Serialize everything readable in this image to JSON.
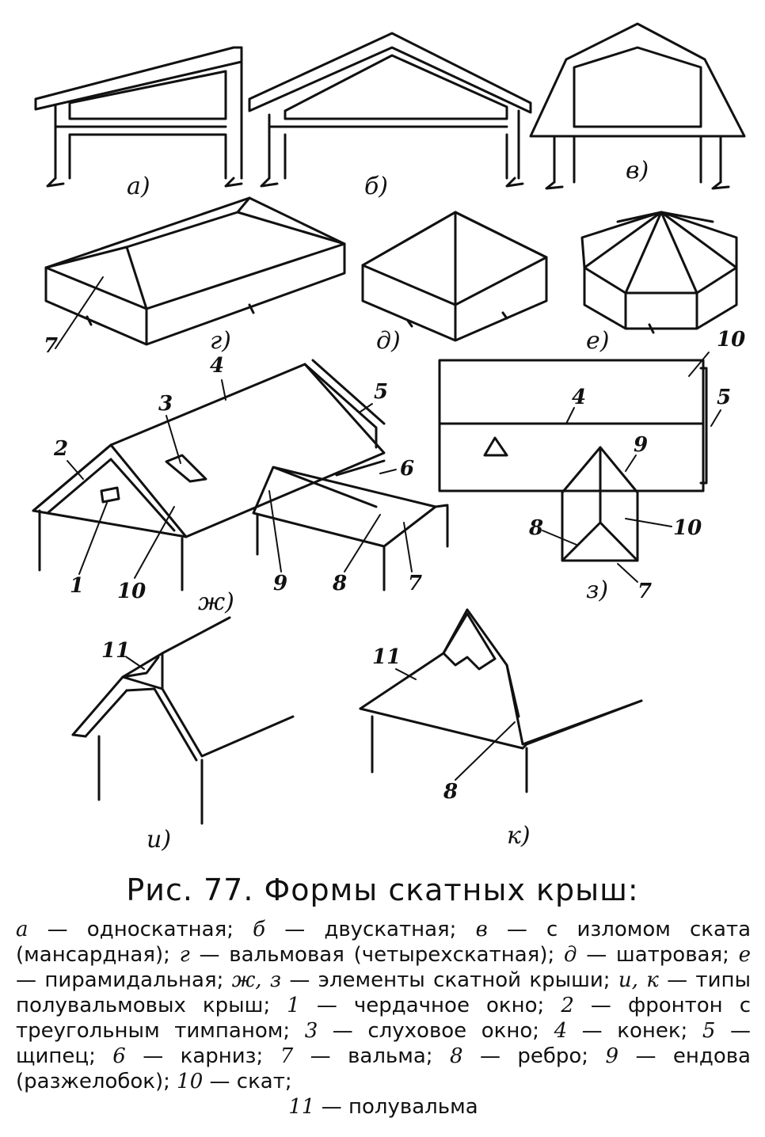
{
  "figure": {
    "panel_labels": {
      "a": "а)",
      "b": "б)",
      "v": "в)",
      "g": "г)",
      "d": "д)",
      "e": "е)",
      "zh": "ж)",
      "z": "з)",
      "i": "и)",
      "k": "к)"
    },
    "numbers": {
      "g_7": "7",
      "zh_1": "1",
      "zh_2": "2",
      "zh_3": "3",
      "zh_4": "4",
      "zh_5": "5",
      "zh_6": "6",
      "zh_7": "7",
      "zh_8": "8",
      "zh_9": "9",
      "zh_10": "10",
      "z_4": "4",
      "z_5": "5",
      "z_7": "7",
      "z_8": "8",
      "z_9": "9",
      "z_10a": "10",
      "z_10b": "10",
      "i_11": "11",
      "k_11": "11",
      "k_8": "8"
    }
  },
  "caption": {
    "title": "Рис. 77. Формы скатных крыш:",
    "items": [
      {
        "key": "а",
        "text": "односкатная;"
      },
      {
        "key": "б",
        "text": "двускатная;"
      },
      {
        "key": "в",
        "text": "с изломом ската (мансардная);"
      },
      {
        "key": "г",
        "text": "вальмовая (четырехскатная);"
      },
      {
        "key": "д",
        "text": "шатровая;"
      },
      {
        "key": "е",
        "text": "пирамидальная;"
      },
      {
        "key": "ж, з",
        "text": "элементы скатной крыши;"
      },
      {
        "key": "и, к",
        "text": "типы полувальмовых крыш;"
      },
      {
        "key": "1",
        "text": "чердачное окно;"
      },
      {
        "key": "2",
        "text": "фронтон с треугольным тимпаном;"
      },
      {
        "key": "3",
        "text": "слуховое окно;"
      },
      {
        "key": "4",
        "text": "конек;"
      },
      {
        "key": "5",
        "text": "щипец;"
      },
      {
        "key": "6",
        "text": "карниз;"
      },
      {
        "key": "7",
        "text": "вальма;"
      },
      {
        "key": "8",
        "text": "ребро;"
      },
      {
        "key": "9",
        "text": "ендова (разжелобок);"
      },
      {
        "key": "10",
        "text": "скат;"
      },
      {
        "key": "11",
        "text": "полувальма"
      }
    ]
  }
}
